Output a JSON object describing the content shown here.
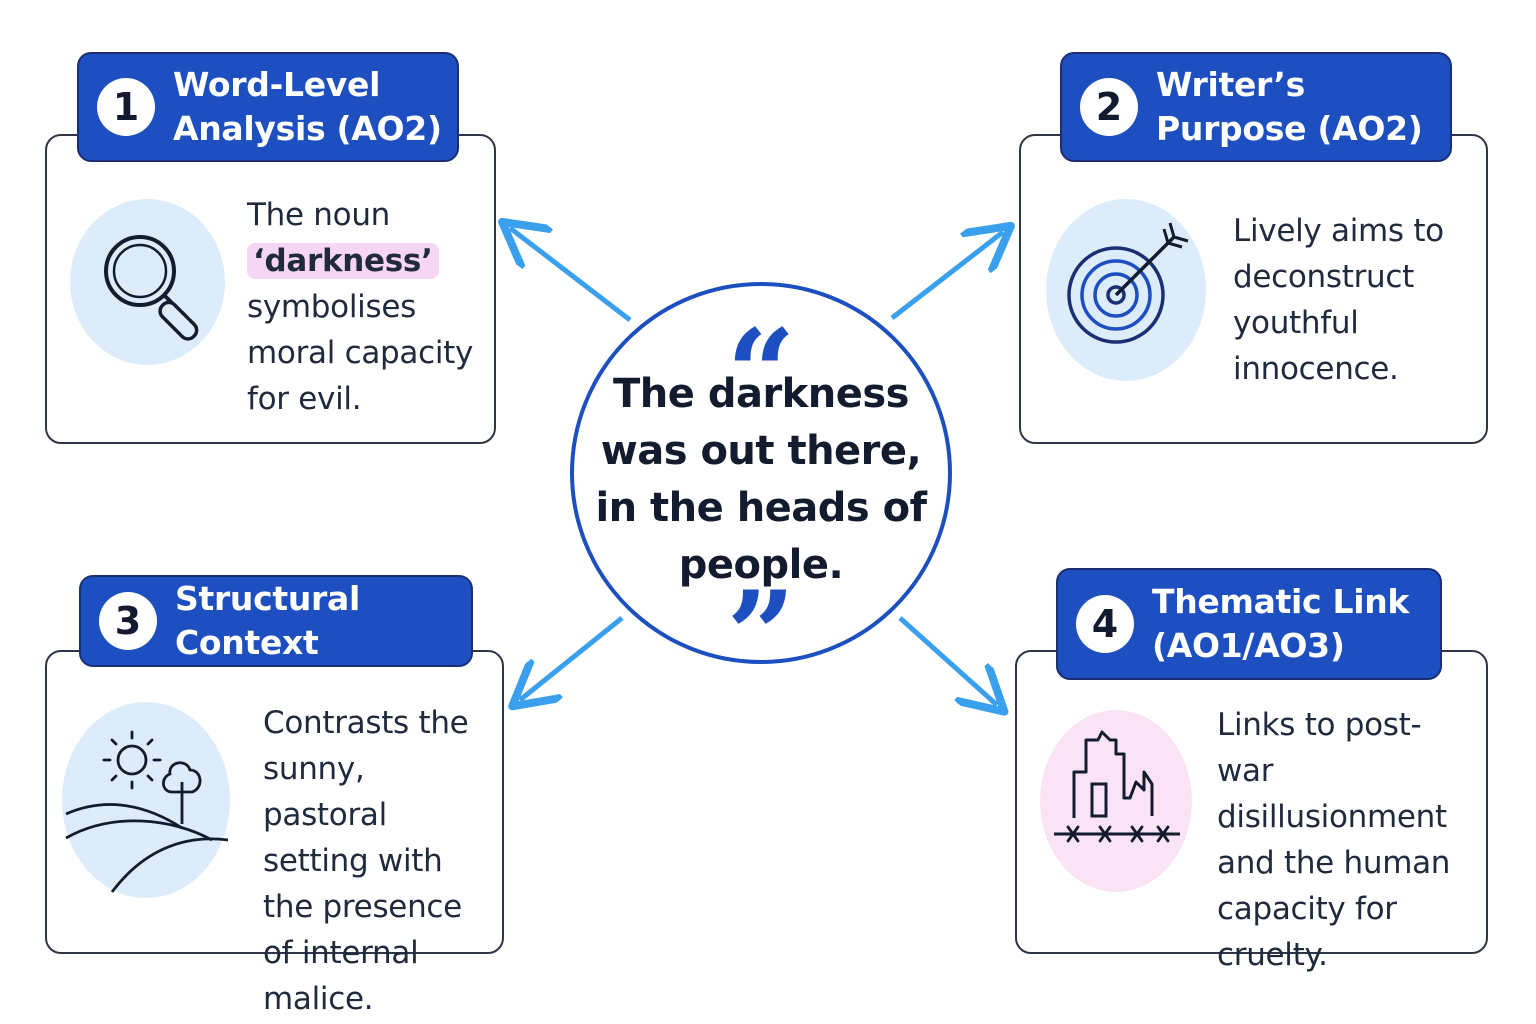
{
  "center": {
    "quote_open": "“",
    "quote": "The darkness was out there, in the heads of people.",
    "quote_close": "”"
  },
  "cards": [
    {
      "number": "1",
      "title": "Word-Level Analysis (AO2)",
      "icon": "magnifying-glass-icon",
      "text_before": "The noun",
      "highlight": "‘darkness’",
      "text_after": "symbolises moral capacity for evil."
    },
    {
      "number": "2",
      "title": "Writer’s Purpose (AO2)",
      "icon": "target-arrow-icon",
      "text": "Lively aims to deconstruct youthful innocence."
    },
    {
      "number": "3",
      "title": "Structural Context",
      "icon": "pastoral-landscape-icon",
      "text": "Contrasts the sunny, pastoral setting with the presence of internal malice."
    },
    {
      "number": "4",
      "title": "Thematic Link (AO1/AO3)",
      "icon": "ruined-city-icon",
      "text": "Links to post-war disillusionment and the human capacity for cruelty."
    }
  ],
  "colors": {
    "primary": "#1d4fc0",
    "arrow": "#3aa0ee",
    "icon_bg_blue": "#dcecfb",
    "icon_bg_pink": "#fbe3f6",
    "highlight": "#f7d6f4"
  }
}
